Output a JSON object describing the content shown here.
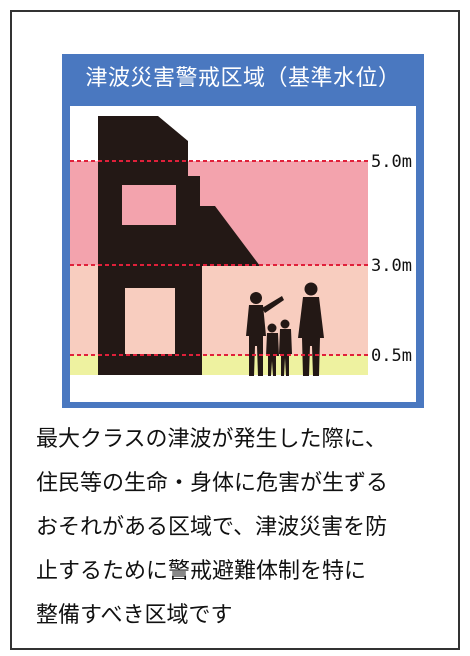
{
  "figure": {
    "title": "津波災害警戒区域（基準水位）",
    "levels": [
      {
        "label": "5.0m"
      },
      {
        "label": "3.0m"
      },
      {
        "label": "0.5m"
      }
    ]
  },
  "description": {
    "lines": [
      "最大クラスの津波が発生した際に、",
      "住民等の生命・身体に危害が生ずる",
      "おそれがある区域で、津波災害を防",
      "止するために警戒避難体制を特に",
      "整備すべき区域です"
    ]
  },
  "colors": {
    "title_bg": "#4a78c0",
    "house": "#231815",
    "zone_upper": "#f3a3ad",
    "zone_lower": "#f8cdbf",
    "zone_ground": "#eef2a0",
    "level_line": "#e0203a"
  }
}
